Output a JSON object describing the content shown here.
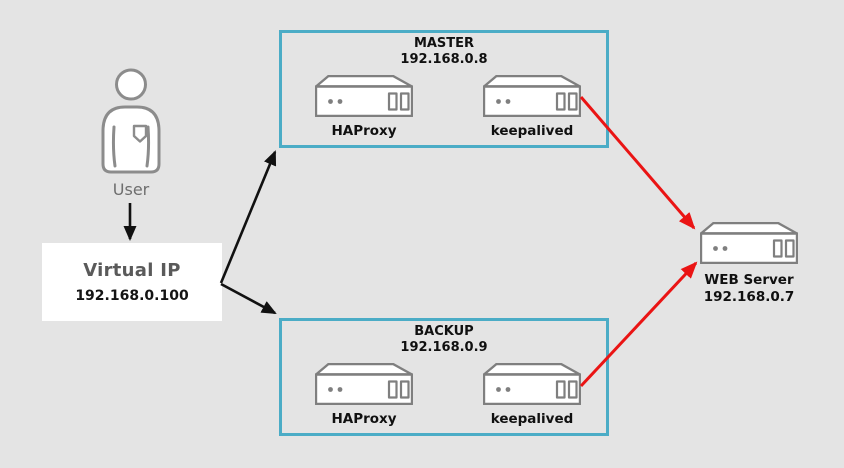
{
  "colors": {
    "background": "#e4e4e4",
    "group_border": "#4bacc6",
    "arrow_black": "#111111",
    "arrow_red": "#ea1414",
    "icon_stroke": "#7f7f7f"
  },
  "user": {
    "label": "User"
  },
  "virtual_ip": {
    "title": "Virtual IP",
    "ip": "192.168.0.100"
  },
  "groups": {
    "master": {
      "title": "MASTER",
      "ip": "192.168.0.8",
      "haproxy_label": "HAProxy",
      "keepalived_label": "keepalived"
    },
    "backup": {
      "title": "BACKUP",
      "ip": "192.168.0.9",
      "haproxy_label": "HAProxy",
      "keepalived_label": "keepalived"
    }
  },
  "web_server": {
    "title": "WEB Server",
    "ip": "192.168.0.7"
  }
}
